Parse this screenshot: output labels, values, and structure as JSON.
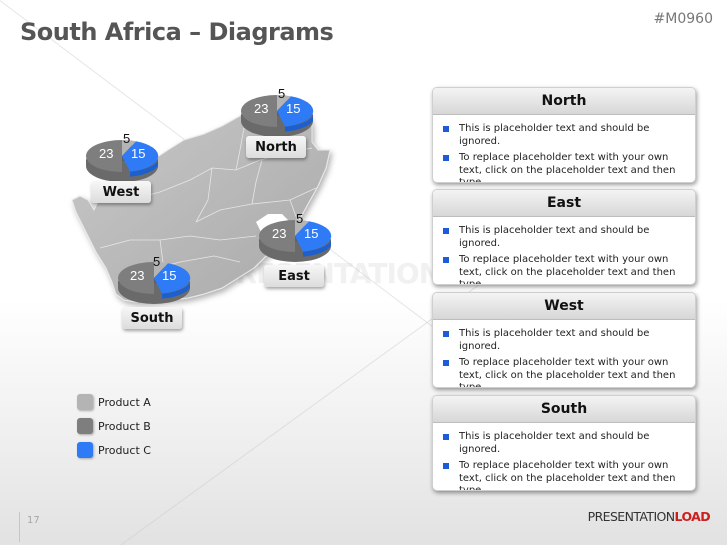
{
  "header": {
    "title": "South Africa – Diagrams",
    "code": "#M0960"
  },
  "colors": {
    "product_a": "#b4b4b4",
    "product_b": "#7e7e7e",
    "product_c": "#2f7bf5",
    "bullet": "#1e5bd8",
    "brand_red": "#cc1f1f"
  },
  "regions": [
    {
      "name": "North",
      "values": {
        "a": "5",
        "b": "23",
        "c": "15"
      }
    },
    {
      "name": "West",
      "values": {
        "a": "5",
        "b": "23",
        "c": "15"
      }
    },
    {
      "name": "East",
      "values": {
        "a": "5",
        "b": "23",
        "c": "15"
      }
    },
    {
      "name": "South",
      "values": {
        "a": "5",
        "b": "23",
        "c": "15"
      }
    }
  ],
  "legend": [
    {
      "label": "Product A"
    },
    {
      "label": "Product B"
    },
    {
      "label": "Product C"
    }
  ],
  "cards": [
    {
      "title": "North",
      "bullets": [
        "This is placeholder text and should be ignored.",
        "To replace placeholder text with your own text, click on the placeholder text and then type."
      ]
    },
    {
      "title": "East",
      "bullets": [
        "This is placeholder text and should be ignored.",
        "To replace placeholder text with your own text, click on the placeholder text and then type."
      ]
    },
    {
      "title": "West",
      "bullets": [
        "This is placeholder text and should be ignored.",
        "To replace placeholder text with your own text, click on the placeholder text and then type."
      ]
    },
    {
      "title": "South",
      "bullets": [
        "This is placeholder text and should be ignored.",
        "To replace placeholder text with your own text, click on the placeholder text and then type."
      ]
    }
  ],
  "watermark": "PRESENTATIONLOAD",
  "footer": {
    "page": "17",
    "brand_part1": "PRESENTATION",
    "brand_part2": "LOAD"
  },
  "chart_data": {
    "type": "pie",
    "title": "South Africa – Diagrams",
    "legend": [
      "Product A",
      "Product B",
      "Product C"
    ],
    "legend_position": "bottom-left",
    "series": [
      {
        "name": "North",
        "categories": [
          "Product A",
          "Product B",
          "Product C"
        ],
        "values": [
          5,
          23,
          15
        ]
      },
      {
        "name": "West",
        "categories": [
          "Product A",
          "Product B",
          "Product C"
        ],
        "values": [
          5,
          23,
          15
        ]
      },
      {
        "name": "East",
        "categories": [
          "Product A",
          "Product B",
          "Product C"
        ],
        "values": [
          5,
          23,
          15
        ]
      },
      {
        "name": "South",
        "categories": [
          "Product A",
          "Product B",
          "Product C"
        ],
        "values": [
          5,
          23,
          15
        ]
      }
    ]
  }
}
